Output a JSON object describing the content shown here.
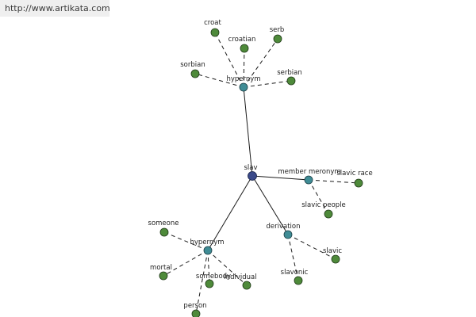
{
  "watermark": {
    "url": "http://www.artikata.com"
  },
  "graph": {
    "root": "slav",
    "nodes": [
      {
        "id": "slav",
        "label": "slav",
        "kind": "root"
      },
      {
        "id": "hyp1",
        "label": "hypernym",
        "kind": "relation"
      },
      {
        "id": "mer",
        "label": "member meronym",
        "kind": "relation"
      },
      {
        "id": "der",
        "label": "derivation",
        "kind": "relation"
      },
      {
        "id": "hyp2",
        "label": "hypernym",
        "kind": "relation"
      },
      {
        "id": "croat",
        "label": "croat",
        "kind": "term"
      },
      {
        "id": "croatian",
        "label": "croatian",
        "kind": "term"
      },
      {
        "id": "serb",
        "label": "serb",
        "kind": "term"
      },
      {
        "id": "sorbian",
        "label": "sorbian",
        "kind": "term"
      },
      {
        "id": "serbian",
        "label": "serbian",
        "kind": "term"
      },
      {
        "id": "slavic-race",
        "label": "slavic race",
        "kind": "term"
      },
      {
        "id": "slavic-people",
        "label": "slavic people",
        "kind": "term"
      },
      {
        "id": "slavic",
        "label": "slavic",
        "kind": "term"
      },
      {
        "id": "slavonic",
        "label": "slavonic",
        "kind": "term"
      },
      {
        "id": "someone",
        "label": "someone",
        "kind": "term"
      },
      {
        "id": "mortal",
        "label": "mortal",
        "kind": "term"
      },
      {
        "id": "somebody",
        "label": "somebody",
        "kind": "term"
      },
      {
        "id": "individual",
        "label": "individual",
        "kind": "term"
      },
      {
        "id": "person",
        "label": "person",
        "kind": "term"
      }
    ],
    "edges": [
      {
        "from": "slav",
        "to": "hyp1",
        "style": "solid"
      },
      {
        "from": "slav",
        "to": "mer",
        "style": "solid"
      },
      {
        "from": "slav",
        "to": "der",
        "style": "solid"
      },
      {
        "from": "slav",
        "to": "hyp2",
        "style": "solid"
      },
      {
        "from": "hyp1",
        "to": "croat",
        "style": "dashed"
      },
      {
        "from": "hyp1",
        "to": "croatian",
        "style": "dashed"
      },
      {
        "from": "hyp1",
        "to": "serb",
        "style": "dashed"
      },
      {
        "from": "hyp1",
        "to": "sorbian",
        "style": "dashed"
      },
      {
        "from": "hyp1",
        "to": "serbian",
        "style": "dashed"
      },
      {
        "from": "mer",
        "to": "slavic-race",
        "style": "dashed"
      },
      {
        "from": "mer",
        "to": "slavic-people",
        "style": "dashed"
      },
      {
        "from": "der",
        "to": "slavic",
        "style": "dashed"
      },
      {
        "from": "der",
        "to": "slavonic",
        "style": "dashed"
      },
      {
        "from": "hyp2",
        "to": "someone",
        "style": "dashed"
      },
      {
        "from": "hyp2",
        "to": "mortal",
        "style": "dashed"
      },
      {
        "from": "hyp2",
        "to": "somebody",
        "style": "dashed"
      },
      {
        "from": "hyp2",
        "to": "individual",
        "style": "dashed"
      },
      {
        "from": "hyp2",
        "to": "person",
        "style": "dashed"
      }
    ]
  }
}
